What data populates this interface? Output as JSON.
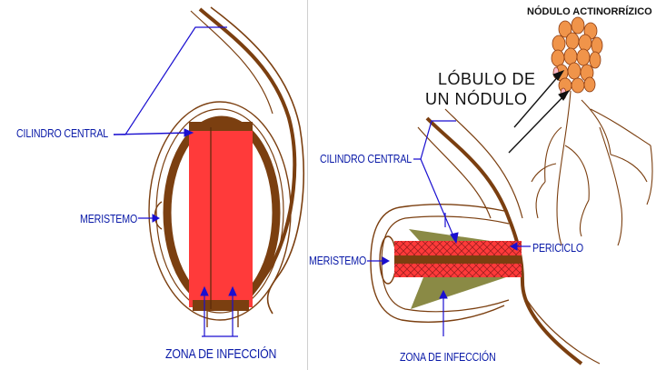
{
  "left_panel": {
    "cilindro_central": "CILINDRO CENTRAL",
    "meristemo": "MERISTEMO",
    "zona_de_infeccion": "ZONA DE INFECCIÓN"
  },
  "right_panel": {
    "nodulo_actinorrizico": "NÓDULO ACTINORRÍZICO",
    "lobulo_line1": "LÓBULO DE",
    "lobulo_line2": "UN NÓDULO",
    "cilindro_central": "CILINDRO CENTRAL",
    "meristemo": "MERISTEMO",
    "periciclo": "PERICICLO",
    "zona_de_infeccion": "ZONA DE INFECCIÓN"
  },
  "colors": {
    "tissue_brown": "#7b3f10",
    "infection_red": "#ff3a3a",
    "label_blue": "#1a0fd0",
    "nodule_orange": "#f0944a",
    "pericycle_olive": "#8a8a45"
  }
}
